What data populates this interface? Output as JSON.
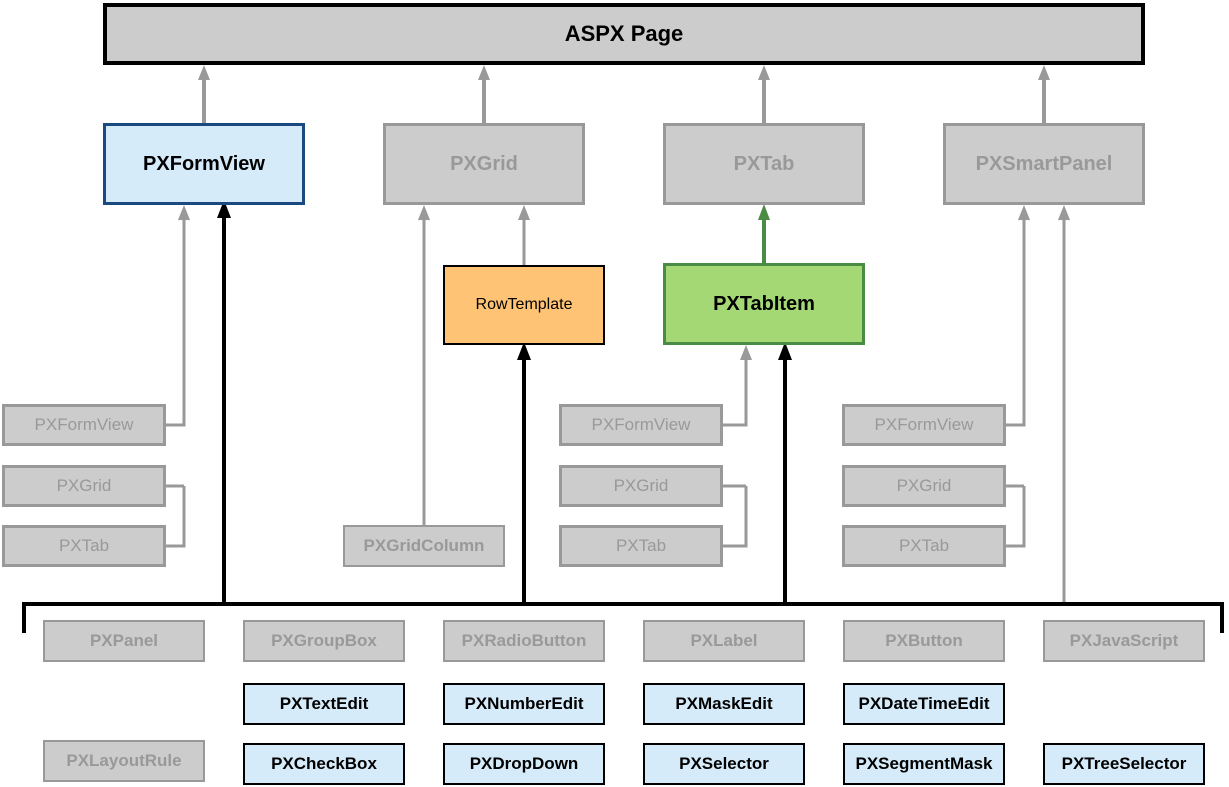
{
  "root": {
    "label": "ASPX Page"
  },
  "containers": [
    {
      "id": "pxformview",
      "label": "PXFormView",
      "style": "highlighted-blue"
    },
    {
      "id": "pxgrid",
      "label": "PXGrid",
      "style": "inactive"
    },
    {
      "id": "pxtab",
      "label": "PXTab",
      "style": "inactive"
    },
    {
      "id": "pxsmartpanel",
      "label": "PXSmartPanel",
      "style": "inactive"
    }
  ],
  "row_template": {
    "label": "RowTemplate"
  },
  "tab_item": {
    "label": "PXTabItem"
  },
  "grid_column": {
    "label": "PXGridColumn"
  },
  "nested_groups": [
    {
      "parent": "PXFormView",
      "items": [
        "PXFormView",
        "PXGrid",
        "PXTab"
      ]
    },
    {
      "parent": "PXTabItem",
      "items": [
        "PXFormView",
        "PXGrid",
        "PXTab"
      ]
    },
    {
      "parent": "PXSmartPanel",
      "items": [
        "PXFormView",
        "PXGrid",
        "PXTab"
      ]
    }
  ],
  "controls": {
    "layout_row": [
      "PXPanel",
      "PXGroupBox",
      "PXRadioButton",
      "PXLabel",
      "PXButton",
      "PXJavaScript"
    ],
    "edit_row": [
      "PXTextEdit",
      "PXNumberEdit",
      "PXMaskEdit",
      "PXDateTimeEdit"
    ],
    "select_row": [
      "PXCheckBox",
      "PXDropDown",
      "PXSelector",
      "PXSegmentMask",
      "PXTreeSelector"
    ],
    "layout_rule": "PXLayoutRule"
  },
  "colors": {
    "inactive_fill": "#cccccc",
    "inactive_stroke": "#999999",
    "blue_fill": "#d6ebf9",
    "blue_stroke": "#1a4a80",
    "green_fill": "#a4d875",
    "green_stroke": "#4a8c44",
    "orange_fill": "#ffc375",
    "black": "#000000"
  }
}
